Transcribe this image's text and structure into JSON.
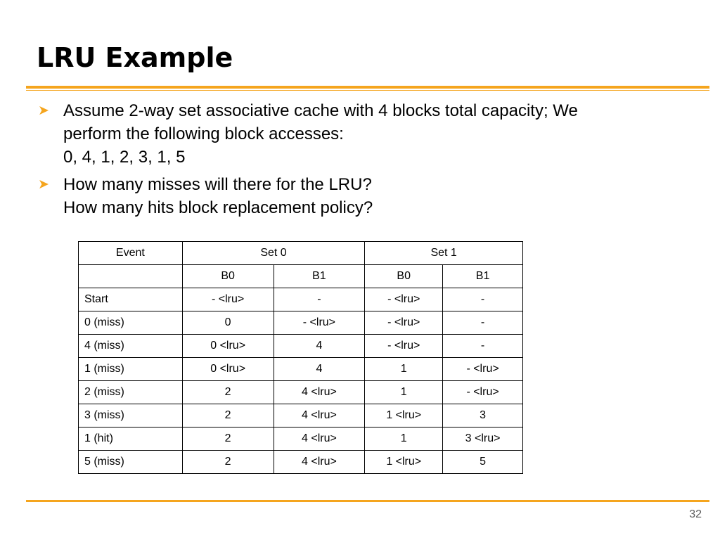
{
  "slide": {
    "title": "LRU Example",
    "number": "32",
    "accent_color": "#f5a51e",
    "arrow_color": "#f5a51e",
    "arrow_icon": "arrow-bullet-icon"
  },
  "bullets": [
    {
      "lines": [
        "Assume 2-way set associative cache with 4 blocks total capacity; We",
        "perform the following block accesses:",
        "0, 4, 1, 2, 3, 1, 5"
      ]
    },
    {
      "lines": [
        "How many misses will there for the LRU?",
        "How many hits block replacement policy?"
      ]
    }
  ],
  "table": {
    "header_row1": {
      "event": "Event",
      "set0": "Set 0",
      "set1": "Set 1"
    },
    "header_row2": {
      "event": "",
      "cols": [
        "B0",
        "B1",
        "B0",
        "B1"
      ]
    },
    "rows": [
      {
        "event": "Start",
        "cells": [
          "- <lru>",
          "-",
          "- <lru>",
          "-"
        ]
      },
      {
        "event": "0 (miss)",
        "cells": [
          "0",
          "- <lru>",
          "- <lru>",
          "-"
        ]
      },
      {
        "event": "4 (miss)",
        "cells": [
          "0 <lru>",
          "4",
          "- <lru>",
          "-"
        ]
      },
      {
        "event": "1 (miss)",
        "cells": [
          "0 <lru>",
          "4",
          "1",
          "- <lru>"
        ]
      },
      {
        "event": "2 (miss)",
        "cells": [
          "2",
          "4 <lru>",
          "1",
          "- <lru>"
        ]
      },
      {
        "event": "3 (miss)",
        "cells": [
          "2",
          "4 <lru>",
          "1 <lru>",
          "3"
        ]
      },
      {
        "event": "1 (hit)",
        "cells": [
          "2",
          "4 <lru>",
          "1",
          "3 <lru>"
        ]
      },
      {
        "event": "5 (miss)",
        "cells": [
          "2",
          "4 <lru>",
          "1 <lru>",
          "5"
        ]
      }
    ]
  }
}
